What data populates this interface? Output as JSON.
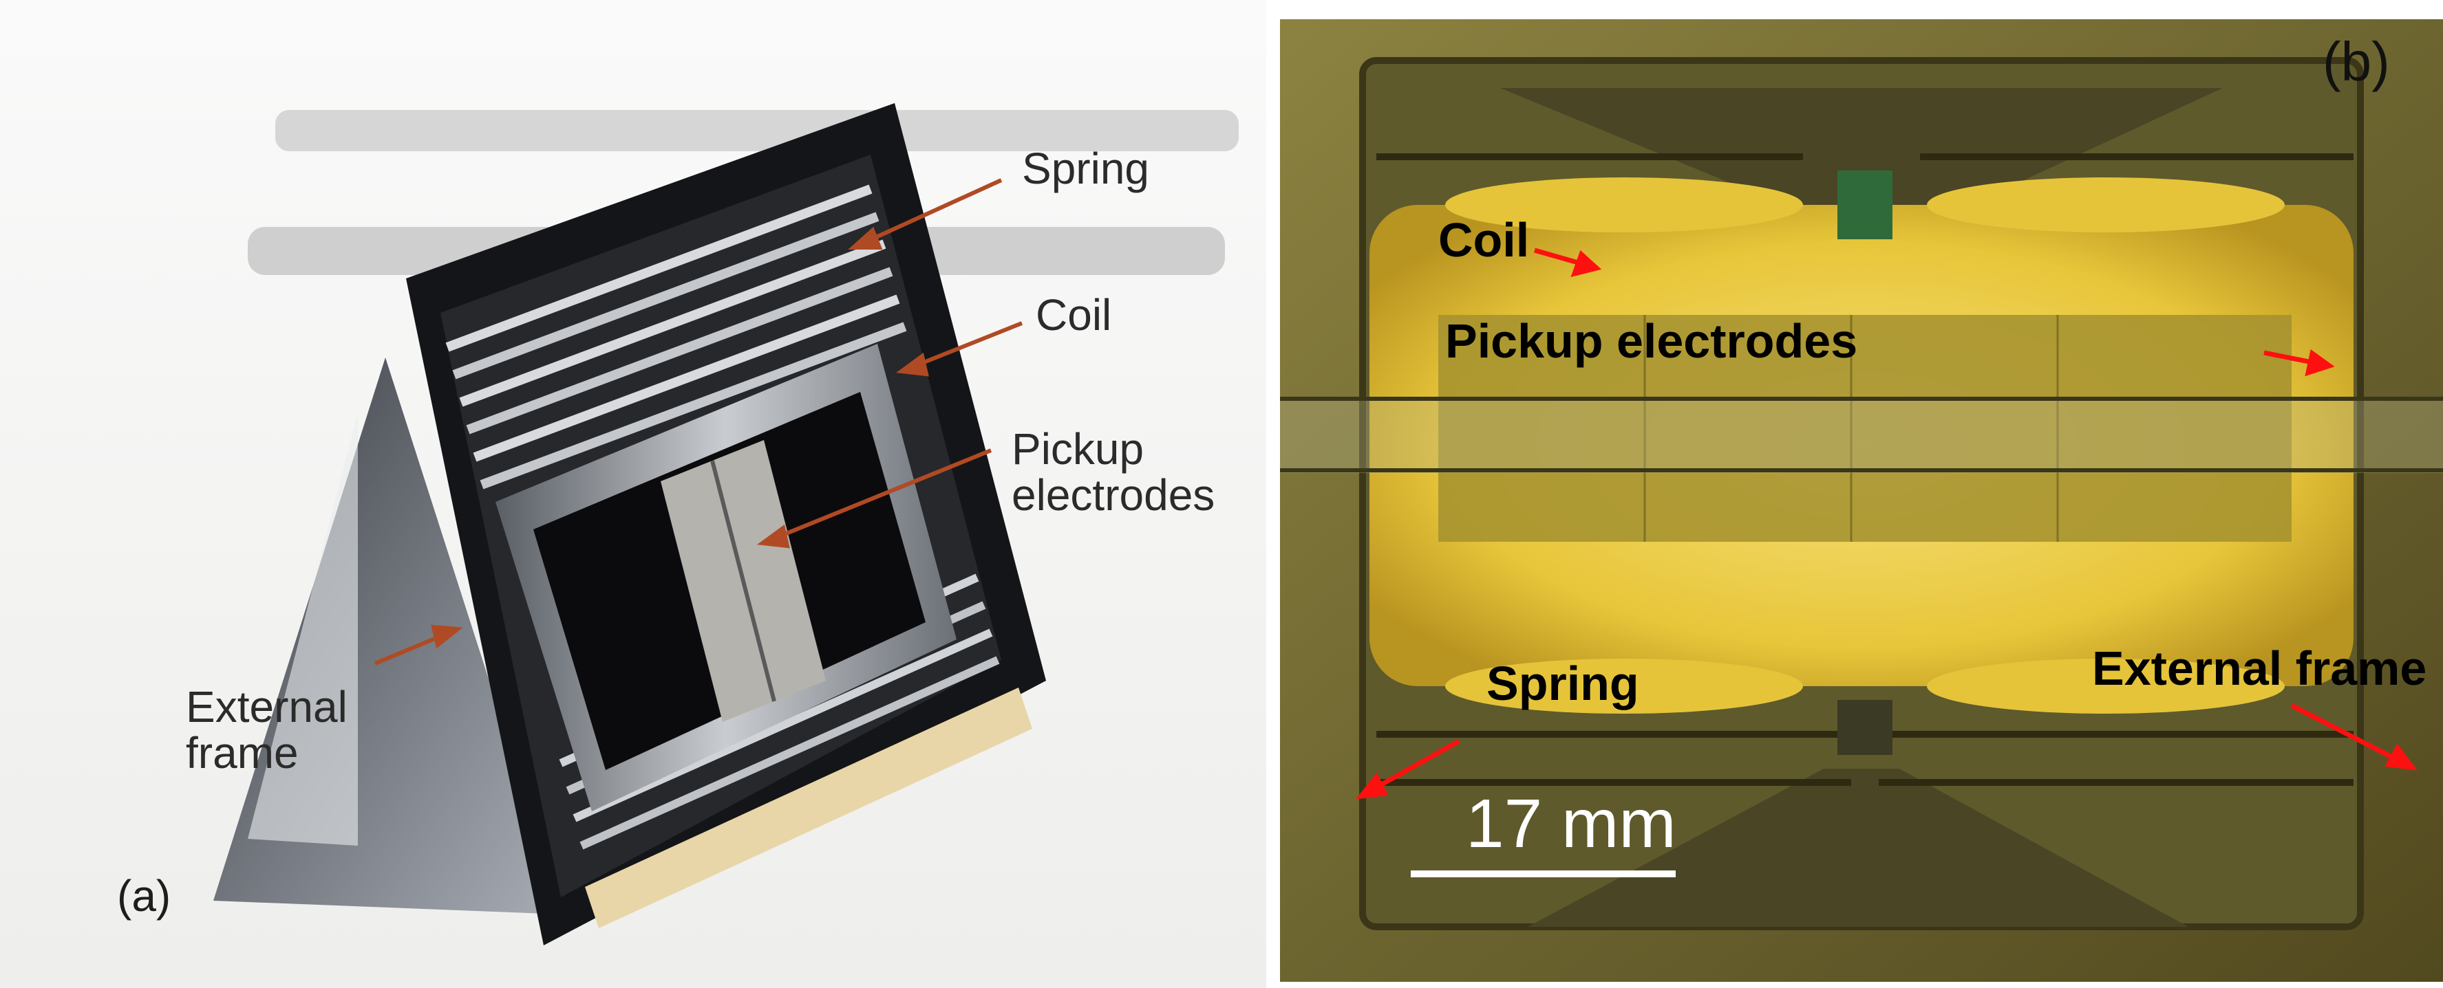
{
  "panel_a": {
    "panel_label": "(a)",
    "labels": {
      "spring": "Spring",
      "coil": "Coil",
      "pickup": "Pickup electrodes",
      "external_frame": "External frame"
    }
  },
  "panel_b": {
    "panel_label": "(b)",
    "labels": {
      "coil": "Coil",
      "pickup": "Pickup electrodes",
      "spring": "Spring",
      "external_frame": "External frame"
    },
    "scale_bar": "17 mm"
  },
  "colors": {
    "arrow_a": "#b04a24",
    "arrow_b": "#ff1010",
    "gold": "#f2d24a"
  }
}
